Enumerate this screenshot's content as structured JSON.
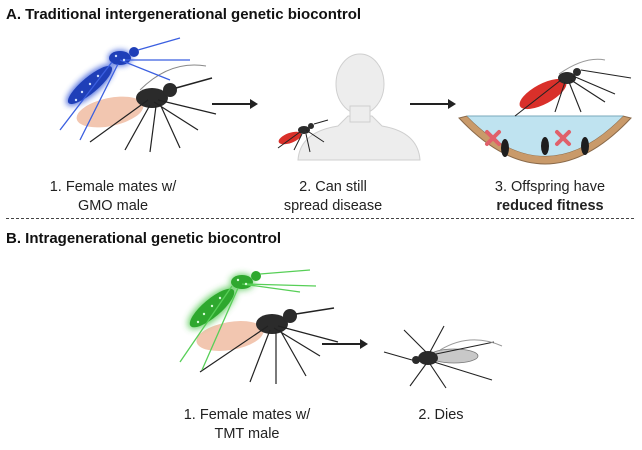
{
  "section_a": {
    "title": "A.  Traditional intergenerational genetic biocontrol",
    "steps": [
      {
        "line1": "1. Female mates w/",
        "line2": "GMO male"
      },
      {
        "line1": "2. Can still",
        "line2": "spread disease"
      },
      {
        "line1": "3. Offspring have",
        "line2": "reduced fitness"
      }
    ]
  },
  "section_b": {
    "title": "B.  Intragenerational genetic biocontrol",
    "steps": [
      {
        "line1": "1. Female mates w/",
        "line2": "TMT male"
      },
      {
        "line1": "2. Dies",
        "line2": ""
      }
    ]
  },
  "colors": {
    "gmo_male_glow": "#2a4fd6",
    "tmt_male_glow": "#3ec23e",
    "blood_red": "#d9302a",
    "water_blue": "#bfe3f0",
    "cross_red": "#e0606a",
    "soil_tan": "#c99a6a"
  }
}
